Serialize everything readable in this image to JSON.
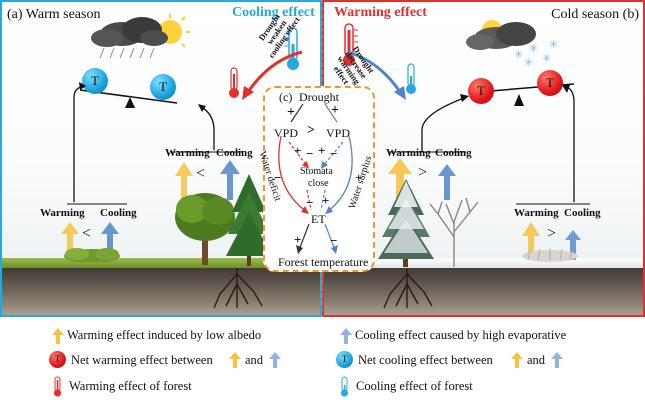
{
  "panels": {
    "a_title": "(a) Warm season",
    "b_title": "Cold season (b)",
    "center_title": "(c)"
  },
  "effects": {
    "cooling": "Cooling effect",
    "warming": "Warming effect",
    "cooling_arrow_label": "Drought weaken cooling effect",
    "warming_arrow_label": "Drought decrease warming effect"
  },
  "balls": {
    "t_label": "T"
  },
  "left": {
    "warming": "Warming",
    "cooling": "Cooling",
    "lt": "<"
  },
  "right": {
    "warming": "Warming",
    "cooling": "Cooling",
    "gt": ">"
  },
  "mechanism": {
    "drought": "Drought",
    "vpd_left": "VPD",
    "vpd_right": "VPD",
    "vpd_compare": ">",
    "stomata": "Stomata",
    "close": "close",
    "et": "ET",
    "forest_temperature": "Forest temperature",
    "water_deficit": "Water deficit",
    "water_surplus": "Water surplus",
    "plus": "+",
    "minus": "−"
  },
  "legend": {
    "warming_albedo": "Warming effect induced by low albedo",
    "cooling_evap": "Cooling effect caused by high evaporative",
    "net_warming": "Net warming effect between",
    "net_cooling": "Net cooling effect between",
    "and": "and",
    "forest_warming": "Warming effect of forest",
    "forest_cooling": "Cooling effect of forest"
  },
  "colors": {
    "warm_arrow": "#f5c242",
    "cool_arrow": "#4f86c6",
    "red": "#e0312f",
    "blue": "#2aa8dc",
    "box_border": "#f0962a"
  }
}
